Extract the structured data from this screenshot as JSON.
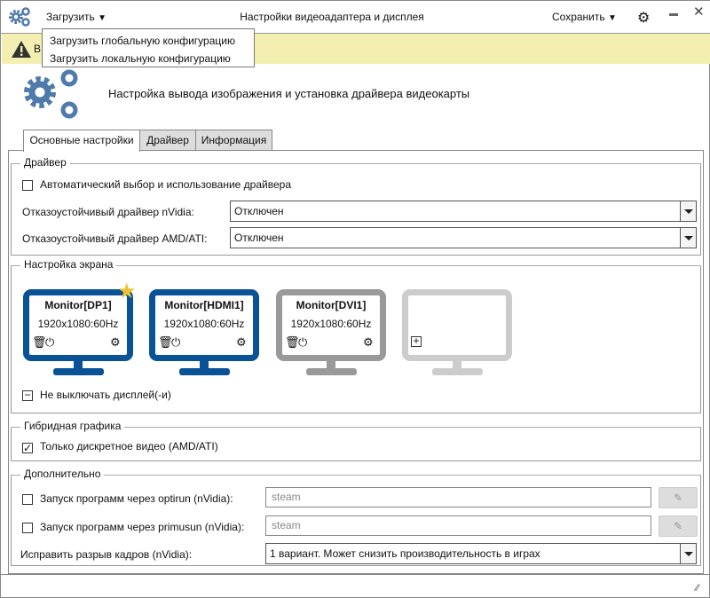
{
  "titlebar": {
    "load_label": "Загрузить",
    "title": "Настройки видеоадаптера и дисплея",
    "save_label": "Сохранить"
  },
  "load_menu": {
    "items": [
      "Загрузить глобальную конфигурацию",
      "Загрузить локальную конфигурацию"
    ]
  },
  "banner": {
    "text": "В"
  },
  "header": {
    "title": "Настройка вывода изображения и установка драйвера видеокарты"
  },
  "tabs": [
    {
      "label": "Основные настройки",
      "active": true
    },
    {
      "label": "Драйвер"
    },
    {
      "label": "Информация"
    }
  ],
  "driver": {
    "legend": "Драйвер",
    "auto_label": "Автоматический выбор и использование драйвера",
    "auto_checked": false,
    "nvidia_label": "Отказоустойчивый драйвер nVidia:",
    "nvidia_value": "Отключен",
    "amd_label": "Отказоустойчивый драйвер AMD/ATI:",
    "amd_value": "Отключен"
  },
  "screen": {
    "legend": "Настройка экрана",
    "monitors": [
      {
        "name": "Monitor[DP1]",
        "mode": "1920x1080:60Hz",
        "state": "active",
        "primary": true
      },
      {
        "name": "Monitor[HDMI1]",
        "mode": "1920x1080:60Hz",
        "state": "active"
      },
      {
        "name": "Monitor[DVI1]",
        "mode": "1920x1080:60Hz",
        "state": "disabled"
      },
      {
        "state": "empty"
      }
    ],
    "keep_on_label": "Не выключать дисплей(-и)",
    "keep_on_state": "indeterminate"
  },
  "hybrid": {
    "legend": "Гибридная графика",
    "discrete_label": "Только дискретное видео (AMD/ATI)",
    "discrete_checked": true
  },
  "extra": {
    "legend": "Дополнительно",
    "optirun_label": "Запуск программ через optirun (nVidia):",
    "optirun_placeholder": "steam",
    "primusun_label": "Запуск программ через primusun (nVidia):",
    "primusun_placeholder": "steam",
    "tearing_label": "Исправить разрыв кадров (nVidia):",
    "tearing_value": "1 вариант. Может снизить производительность в играх"
  },
  "colors": {
    "accent": "#0a5296",
    "disabled": "#999999",
    "empty": "#cccccc",
    "banner": "#f3efb1",
    "gear": "#4f7bab",
    "star": "#f2c12e"
  }
}
